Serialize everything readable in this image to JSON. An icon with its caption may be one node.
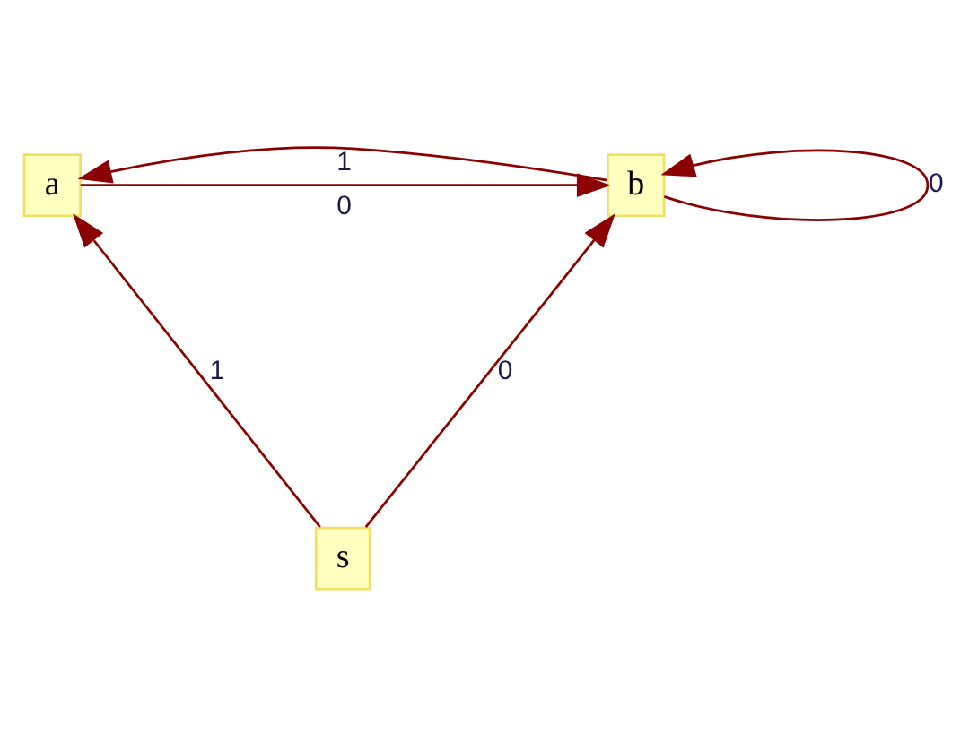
{
  "diagram": {
    "nodes": [
      {
        "text": [
          "a"
        ]
      },
      {
        "text": [
          "b"
        ]
      },
      {
        "text": [
          "s"
        ]
      }
    ],
    "edges": [
      {
        "from": 0,
        "to": 1,
        "arrow": "to",
        "label": "0"
      },
      {
        "from": 1,
        "to": 0,
        "arrow": "to",
        "label": "1"
      },
      {
        "from": 1,
        "to": 1,
        "arrow": "to",
        "label": "0"
      },
      {
        "from": 2,
        "to": 0,
        "arrow": "to",
        "label": "1"
      },
      {
        "from": 2,
        "to": 1,
        "arrow": "to",
        "label": "0"
      }
    ]
  }
}
